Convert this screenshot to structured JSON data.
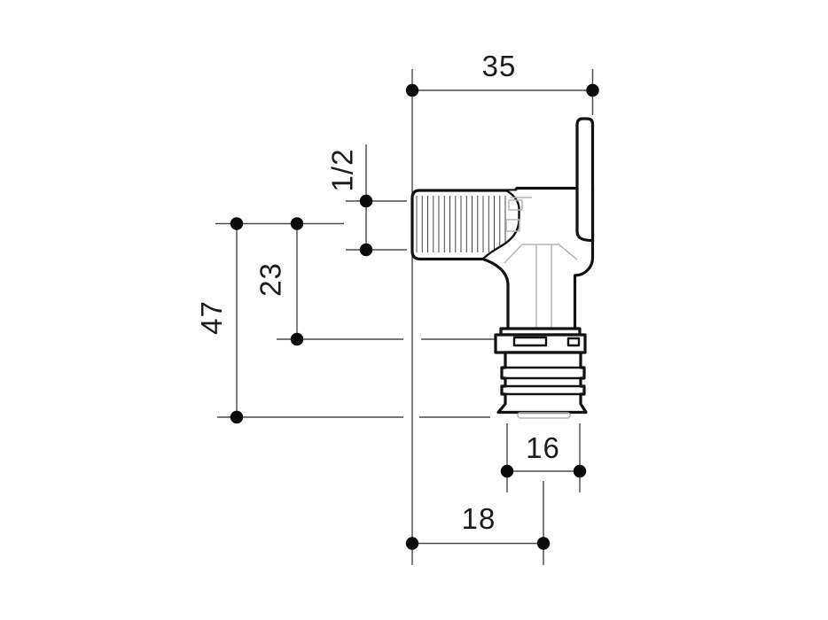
{
  "diagram": {
    "kind": "technical dimension drawing",
    "dimension_labels": {
      "top_width": "35",
      "thread_size": "1/2",
      "center_to_collar": "23",
      "overall_height": "47",
      "outlet_width": "16",
      "outlet_offset": "18"
    },
    "colors": {
      "background": "#ffffff",
      "outline": "#121212",
      "dimension_line": "#4a4a4a",
      "marker": "#0a0a0a",
      "label_text": "#1c1c1c",
      "internal_detail": "#b5b5b5"
    }
  }
}
